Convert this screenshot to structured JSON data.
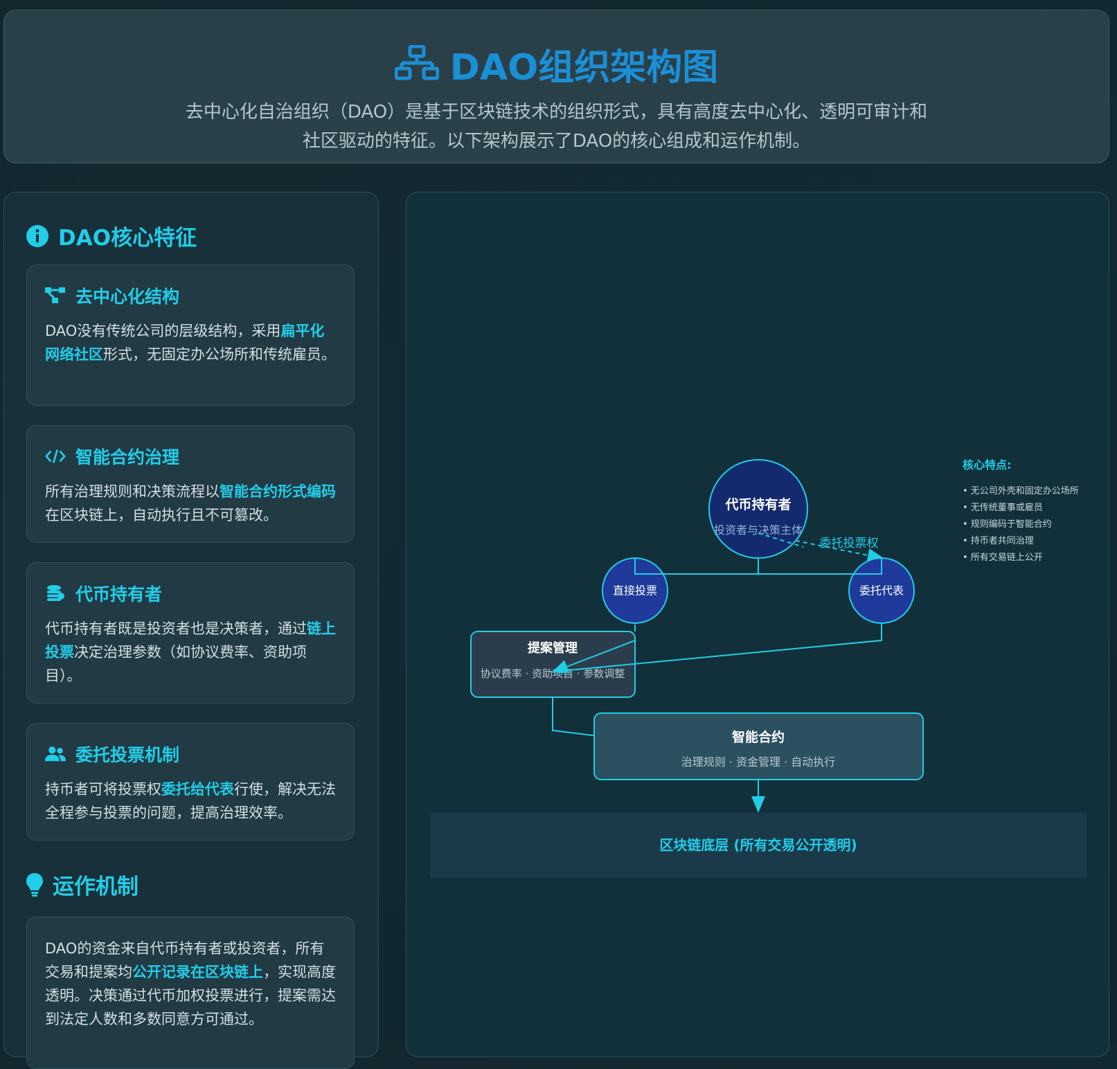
{
  "header": {
    "title": "DAO组织架构图",
    "description": "去中心化自治组织（DAO）是基于区块链技术的组织形式，具有高度去中心化、透明可审计和社区驱动的特征。以下架构展示了DAO的核心组成和运作机制。"
  },
  "features": {
    "title": "DAO核心特征",
    "cards": [
      {
        "icon": "network-icon",
        "title": "去中心化结构",
        "pre": "DAO没有传统公司的层级结构，采用",
        "highlight": "扁平化网络社区",
        "post": "形式，无固定办公场所和传统雇员。"
      },
      {
        "icon": "code-icon",
        "title": "智能合约治理",
        "pre": "所有治理规则和决策流程以",
        "highlight": "智能合约形式编码",
        "post": "在区块链上，自动执行且不可篡改。"
      },
      {
        "icon": "coins-icon",
        "title": "代币持有者",
        "pre": "代币持有者既是投资者也是决策者，通过",
        "highlight": "链上投票",
        "post": "决定治理参数（如协议费率、资助项目）。"
      },
      {
        "icon": "users-icon",
        "title": "委托投票机制",
        "pre": "持币者可将投票权",
        "highlight": "委托给代表",
        "post": "行使，解决无法全程参与投票的问题，提高治理效率。"
      }
    ]
  },
  "mechanism": {
    "title": "运作机制",
    "pre": "DAO的资金来自代币持有者或投资者，所有交易和提案均",
    "highlight": "公开记录在区块链上",
    "post": "，实现高度透明。决策通过代币加权投票进行，提案需达到法定人数和多数同意方可通过。"
  },
  "diagram": {
    "holders": {
      "title": "代币持有者",
      "subtitle": "投资者与决策主体"
    },
    "direct_vote": "直接投票",
    "delegate": "委托代表",
    "delegate_link": "委托投票权",
    "proposal": {
      "title": "提案管理",
      "subtitle": "协议费率 · 资助项目 · 参数调整"
    },
    "contract": {
      "title": "智能合约",
      "subtitle": "治理规则 · 资金管理 · 自动执行"
    },
    "blockchain": "区块链底层 (所有交易公开透明)",
    "notes": {
      "title": "核心特点:",
      "items": [
        "• 无公司外壳和固定办公场所",
        "• 无传统董事或雇员",
        "• 规则编码于智能合约",
        "• 持币者共同治理",
        "• 所有交易链上公开"
      ]
    }
  },
  "colors": {
    "accent": "#22cde8",
    "title_blue": "#1a8fd6",
    "node_fill": "#1f3a9a",
    "holder_fill": "#132b6e"
  }
}
